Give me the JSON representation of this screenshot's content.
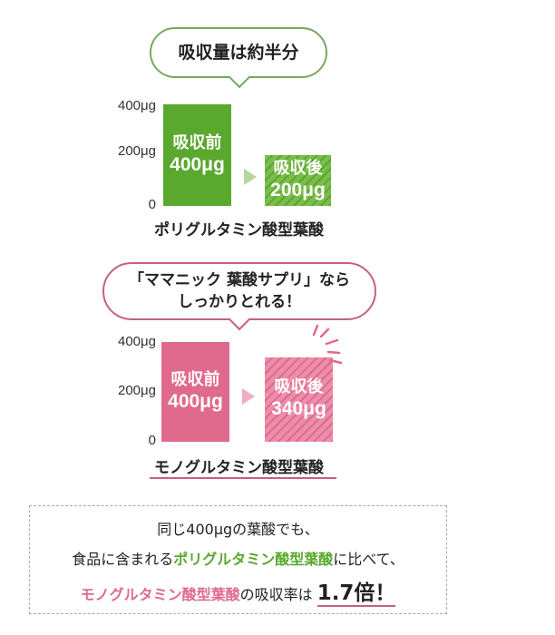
{
  "colors": {
    "green": "#5aa82e",
    "green_light": "#7bbd4c",
    "pink": "#df6a8d",
    "pink_light": "#eb8eaa",
    "green_border": "#78a85e",
    "pink_border": "#c65f88"
  },
  "chart_data": [
    {
      "type": "bar",
      "title": "吸収量は約半分",
      "xlabel": "ポリグルタミン酸型葉酸",
      "ylabel": "",
      "ylim": [
        0,
        400
      ],
      "yticks": [
        "0",
        "200μg",
        "400μg"
      ],
      "categories": [
        "吸収前",
        "吸収後"
      ],
      "values": [
        400,
        200
      ],
      "value_labels": [
        "400μg",
        "200μg"
      ]
    },
    {
      "type": "bar",
      "title_lines": [
        "「ママニック 葉酸サプリ」なら",
        "しっかりとれる！"
      ],
      "xlabel": "モノグルタミン酸型葉酸",
      "ylabel": "",
      "ylim": [
        0,
        400
      ],
      "yticks": [
        "0",
        "200μg",
        "400μg"
      ],
      "categories": [
        "吸収前",
        "吸収後"
      ],
      "values": [
        400,
        340
      ],
      "value_labels": [
        "400μg",
        "340μg"
      ]
    }
  ],
  "note": {
    "line1": "同じ400μgの葉酸でも、",
    "line2_a": "食品に含まれる",
    "line2_b": "ポリグルタミン酸型葉酸",
    "line2_c": "に比べて、",
    "line3_a": "モノグルタミン酸型葉酸",
    "line3_b": "の吸収率は",
    "line3_c": "1.7倍！"
  }
}
